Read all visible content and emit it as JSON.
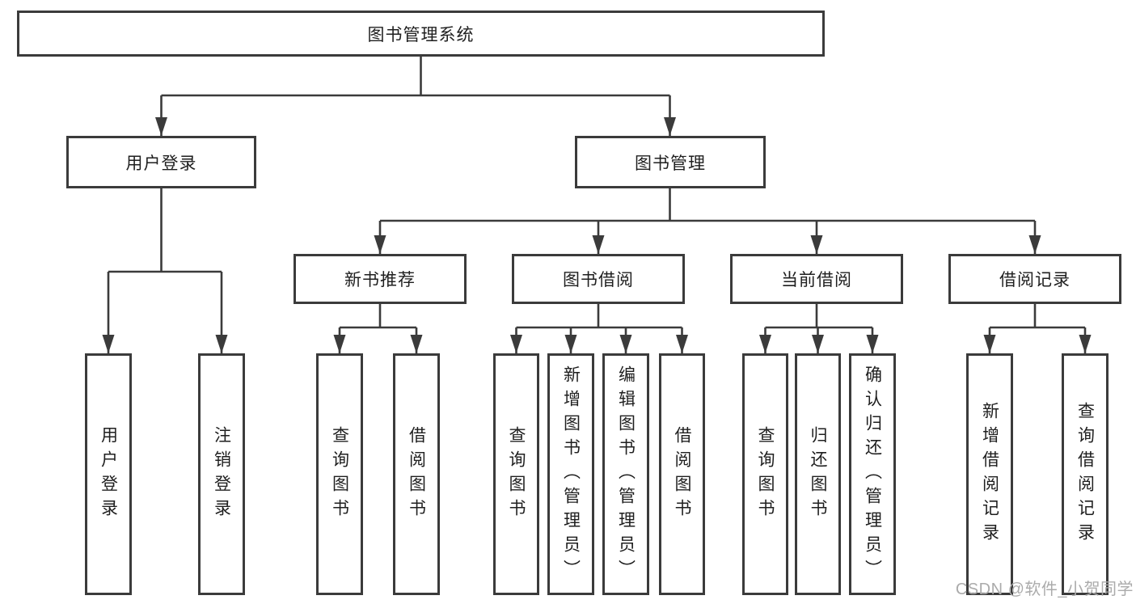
{
  "diagram": {
    "root": "图书管理系统",
    "groups": [
      {
        "parent": "用户登录",
        "leaves": [
          "用户登录",
          "注销登录"
        ]
      },
      {
        "parent": "图书管理",
        "sections": [
          {
            "parent": "新书推荐",
            "leaves": [
              "查询图书",
              "借阅图书"
            ]
          },
          {
            "parent": "图书借阅",
            "leaves": [
              "查询图书",
              "新增图书（管理员）",
              "编辑图书（管理员）",
              "借阅图书"
            ]
          },
          {
            "parent": "当前借阅",
            "leaves": [
              "查询图书",
              "归还图书",
              "确认归还（管理员）"
            ]
          },
          {
            "parent": "借阅记录",
            "leaves": [
              "新增借阅记录",
              "查询借阅记录"
            ]
          }
        ]
      }
    ]
  },
  "watermark": {
    "text": "CSDN @软件_小贺同学"
  },
  "colors": {
    "line": "#3b3b3b",
    "text": "#1f1f1f",
    "background": "#ffffff",
    "watermark": "#ababab"
  }
}
